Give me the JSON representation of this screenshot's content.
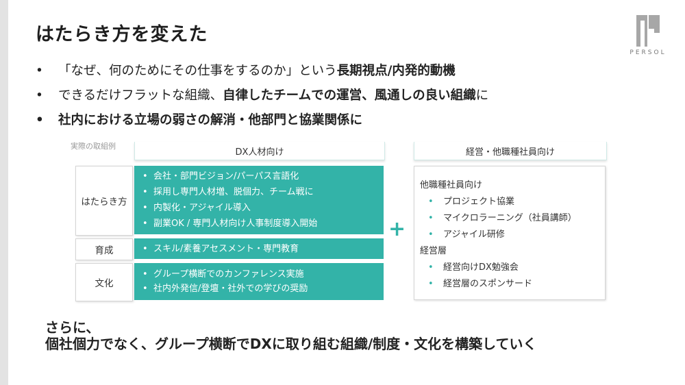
{
  "title": "はたらき方を変えた",
  "logo": {
    "text": "PERSOL",
    "icon": "persol-mark-icon"
  },
  "bullets": [
    {
      "text": "「なぜ、何のためにその仕事をするのか」という",
      "bold_text": "長期視点/内発的動機"
    },
    {
      "text": "できるだけフラットな組織、",
      "bold_text": "自律したチームでの運営、風通しの良い組織",
      "text_after": "に"
    },
    {
      "bold_text": "社内における立場の弱さの解消・他部門と協業関係に"
    }
  ],
  "diagram": {
    "label": "実際の取組例",
    "dx_header": "DX人材向け",
    "exec_header": "経営・他職種社員向け",
    "rows": [
      {
        "label": "はたらき方",
        "items": [
          "会社・部門ビジョン/パーパス言語化",
          "採用し専門人材増、脱個力、チーム戦に",
          "内製化・アジャイル導入",
          "副業OK / 専門人材向け人事制度導入開始"
        ]
      },
      {
        "label": "育成",
        "items": [
          "スキル/素養アセスメント・専門教育"
        ]
      },
      {
        "label": "文化",
        "items": [
          "グループ横断でのカンファレンス実施",
          "社内外発信/登壇・社外での学びの奨励"
        ]
      }
    ],
    "plus": "+",
    "exec_groups": [
      {
        "title": "他職種社員向け",
        "items": [
          "プロジェクト協業",
          "マイクロラーニング（社員講師）",
          "アジャイル研修"
        ]
      },
      {
        "title": "経営層",
        "items": [
          "経営向けDX勉強会",
          "経営層のスポンサード"
        ]
      }
    ],
    "colors": {
      "teal": "#33b3a8"
    }
  },
  "conclusion": {
    "line1": "さらに、",
    "line2": "個社個力でなく、グループ横断でDXに取り組む組織/制度・文化を構築していく"
  }
}
